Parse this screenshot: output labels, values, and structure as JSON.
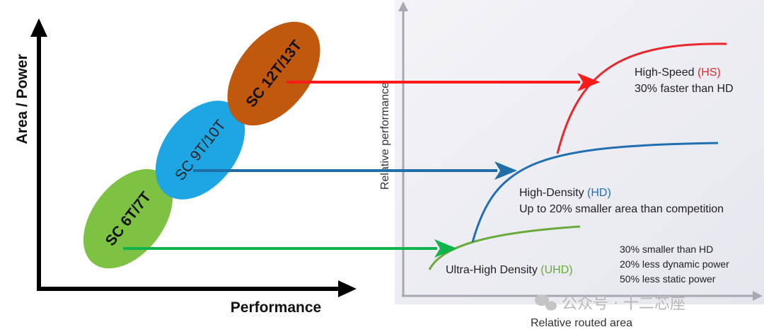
{
  "left_panel": {
    "y_axis_label": "Area / Power",
    "x_axis_label": "Performance",
    "cells": [
      {
        "label": "SC 6T/7T",
        "color": "#7dc242"
      },
      {
        "label": "SC 9T/10T",
        "color": "#1ea5e4"
      },
      {
        "label": "SC 12T/13T",
        "color": "#c0580e"
      }
    ]
  },
  "right_panel": {
    "y_axis_label": "Relative performance",
    "x_axis_label": "Relative routed area",
    "curves": [
      {
        "name": "Ultra-High Density",
        "abbr": "(UHD)",
        "note": "",
        "color": "#6aaa3a"
      },
      {
        "name": "High-Density",
        "abbr": "(HD)",
        "note": "Up to 20% smaller area than competition",
        "color": "#1f6fb2"
      },
      {
        "name": "High-Speed",
        "abbr": "(HS)",
        "note": "30% faster than HD",
        "color": "#e8282c"
      }
    ],
    "uhd_benefits": [
      "30% smaller than HD",
      "20% less dynamic power",
      "50% less static power"
    ]
  },
  "arrows": {
    "colors": [
      "#ff1a1a",
      "#1f6ea8",
      "#0fb44a"
    ]
  },
  "watermark": "公众号 · 十二芯座"
}
